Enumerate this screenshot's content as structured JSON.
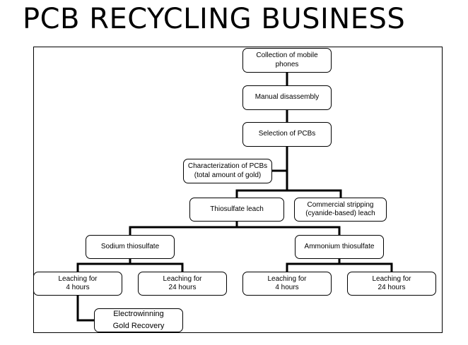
{
  "title": "PCB  RECYCLING  BUSINESS",
  "nodes": {
    "collection": "Collection of mobile\nphones",
    "disassembly": "Manual disassembly",
    "selection": "Selection of PCBs",
    "characterization": "Characterization of PCBs\n(total amount of gold)",
    "thiosulfate": "Thiosulfate leach",
    "commercial": "Commercial stripping\n(cyanide-based) leach",
    "sodium": "Sodium thiosulfate",
    "ammonium": "Ammonium thiosulfate",
    "na_4h": "Leaching for\n4 hours",
    "na_24h": "Leaching for\n24 hours",
    "nh4_4h": "Leaching for\n4 hours",
    "nh4_24h": "Leaching for\n24 hours",
    "electrowinning": "Electrowinning\nGold Recovery"
  }
}
